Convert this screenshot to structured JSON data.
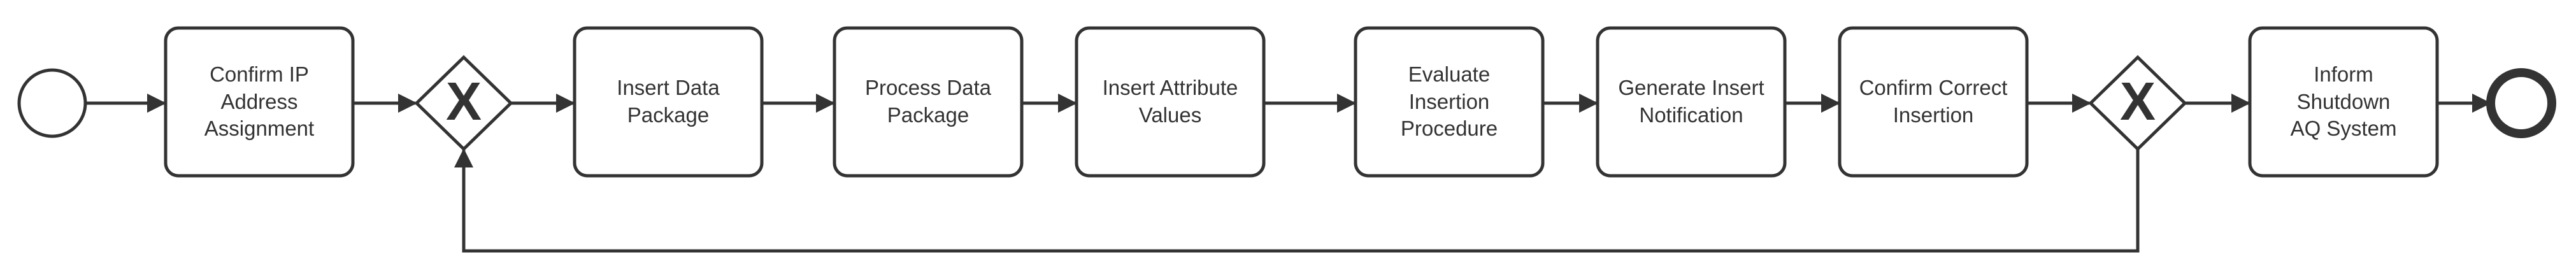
{
  "diagram": {
    "type": "bpmn-process",
    "start_event": "start",
    "end_event": "end",
    "gateways": [
      {
        "id": "g1",
        "kind": "exclusive",
        "symbol": "X"
      },
      {
        "id": "g2",
        "kind": "exclusive",
        "symbol": "X"
      }
    ],
    "tasks": [
      {
        "id": "t1",
        "label": "Confirm IP Address Assignment"
      },
      {
        "id": "t2",
        "label": "Insert Data Package"
      },
      {
        "id": "t3",
        "label": "Process Data Package"
      },
      {
        "id": "t4",
        "label": "Insert Attribute Values"
      },
      {
        "id": "t5",
        "label": "Evaluate Insertion Procedure"
      },
      {
        "id": "t6",
        "label": "Generate Insert Notification"
      },
      {
        "id": "t7",
        "label": "Confirm Correct Insertion"
      },
      {
        "id": "t8",
        "label": "Inform Shutdown AQ System"
      }
    ],
    "flows": [
      [
        "start",
        "t1"
      ],
      [
        "t1",
        "g1"
      ],
      [
        "g1",
        "t2"
      ],
      [
        "t2",
        "t3"
      ],
      [
        "t3",
        "t4"
      ],
      [
        "t4",
        "t5"
      ],
      [
        "t5",
        "t6"
      ],
      [
        "t6",
        "t7"
      ],
      [
        "t7",
        "g2"
      ],
      [
        "g2",
        "t8"
      ],
      [
        "t8",
        "end"
      ],
      [
        "g2",
        "g1"
      ]
    ],
    "colors": {
      "stroke": "#333333",
      "fill": "#ffffff",
      "text": "#333333"
    }
  }
}
